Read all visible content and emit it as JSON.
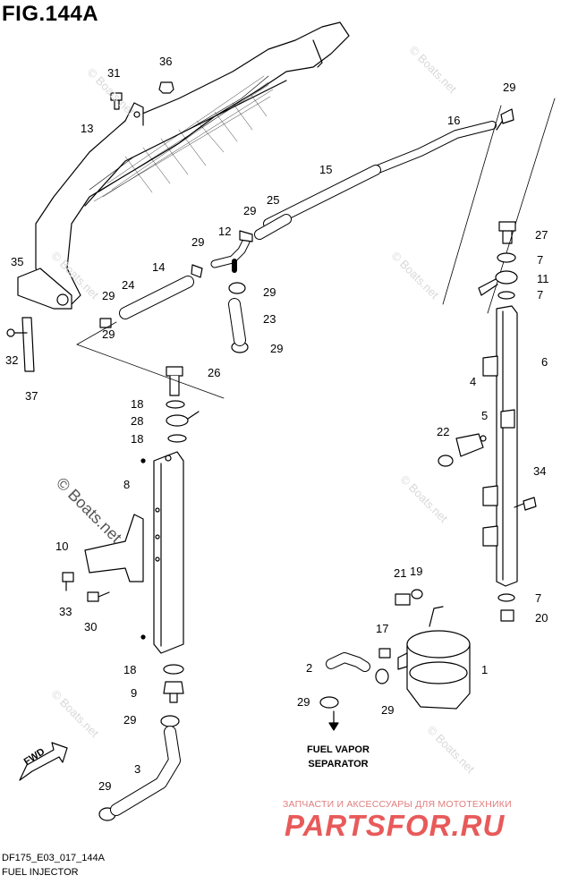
{
  "figure": {
    "title": "FIG.144A",
    "code": "DF175_E03_017_144A",
    "name": "FUEL INJECTOR"
  },
  "parts": [
    {
      "id": "c1",
      "label": "1"
    },
    {
      "id": "c2",
      "label": "2"
    },
    {
      "id": "c3",
      "label": "3"
    },
    {
      "id": "c4",
      "label": "4"
    },
    {
      "id": "c5",
      "label": "5"
    },
    {
      "id": "c6",
      "label": "6"
    },
    {
      "id": "c7a",
      "label": "7"
    },
    {
      "id": "c7b",
      "label": "7"
    },
    {
      "id": "c7c",
      "label": "7"
    },
    {
      "id": "c8",
      "label": "8"
    },
    {
      "id": "c9",
      "label": "9"
    },
    {
      "id": "c10",
      "label": "10"
    },
    {
      "id": "c11",
      "label": "11"
    },
    {
      "id": "c12",
      "label": "12"
    },
    {
      "id": "c13",
      "label": "13"
    },
    {
      "id": "c14",
      "label": "14"
    },
    {
      "id": "c15",
      "label": "15"
    },
    {
      "id": "c16",
      "label": "16"
    },
    {
      "id": "c17",
      "label": "17"
    },
    {
      "id": "c18a",
      "label": "18"
    },
    {
      "id": "c18b",
      "label": "18"
    },
    {
      "id": "c18c",
      "label": "18"
    },
    {
      "id": "c19",
      "label": "19"
    },
    {
      "id": "c20",
      "label": "20"
    },
    {
      "id": "c21",
      "label": "21"
    },
    {
      "id": "c22",
      "label": "22"
    },
    {
      "id": "c23",
      "label": "23"
    },
    {
      "id": "c24",
      "label": "24"
    },
    {
      "id": "c25",
      "label": "25"
    },
    {
      "id": "c26",
      "label": "26"
    },
    {
      "id": "c27",
      "label": "27"
    },
    {
      "id": "c28",
      "label": "28"
    },
    {
      "id": "c29a",
      "label": "29"
    },
    {
      "id": "c29b",
      "label": "29"
    },
    {
      "id": "c29c",
      "label": "29"
    },
    {
      "id": "c29d",
      "label": "29"
    },
    {
      "id": "c29e",
      "label": "29"
    },
    {
      "id": "c29f",
      "label": "29"
    },
    {
      "id": "c29g",
      "label": "29"
    },
    {
      "id": "c29h",
      "label": "29"
    },
    {
      "id": "c29i",
      "label": "29"
    },
    {
      "id": "c29j",
      "label": "29"
    },
    {
      "id": "c29k",
      "label": "29"
    },
    {
      "id": "c30",
      "label": "30"
    },
    {
      "id": "c31",
      "label": "31"
    },
    {
      "id": "c32",
      "label": "32"
    },
    {
      "id": "c33",
      "label": "33"
    },
    {
      "id": "c34",
      "label": "34"
    },
    {
      "id": "c35",
      "label": "35"
    },
    {
      "id": "c36",
      "label": "36"
    },
    {
      "id": "c37",
      "label": "37"
    }
  ],
  "annotations": {
    "fuel_vapor_line1": "FUEL VAPOR",
    "fuel_vapor_line2": "SEPARATOR",
    "fwd": "FWD"
  },
  "watermarks": {
    "small": "© Boats.net",
    "large": "© Boats.net"
  },
  "branding": {
    "tagline": "ЗАПЧАСТИ И АКСЕССУАРЫ ДЛЯ МОТОТЕХНИКИ",
    "logo": "PARTSFOR.RU"
  }
}
